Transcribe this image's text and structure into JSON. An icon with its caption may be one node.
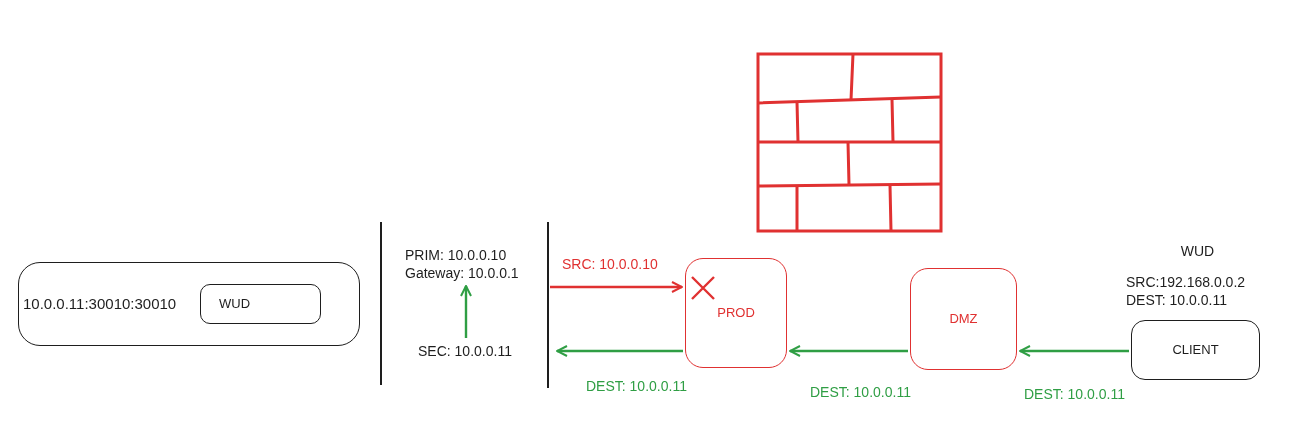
{
  "diagram": {
    "nodes": [
      {
        "text": [
          "10.0.0.11:30010:30010"
        ]
      },
      {
        "text": [
          "WUD"
        ],
        "in": 0
      },
      {
        "text": [
          "PRIM: 10.0.0.10",
          "Gateway: 10.0.0.1"
        ]
      },
      {
        "text": [
          "SEC: 10.0.0.11"
        ]
      },
      {
        "text": [
          "PROD"
        ]
      },
      {
        "text": [
          "DMZ"
        ]
      },
      {
        "text": [
          "CLIENT"
        ],
        "beside": [
          "WUD",
          "SRC:192.168.0.0.2",
          "DEST: 10.0.0.11"
        ]
      }
    ],
    "edges": [
      {
        "from": 3,
        "to": 2,
        "arrow": "to"
      },
      {
        "from": null,
        "to": 4,
        "arrow": "to",
        "label": "SRC: 10.0.0.10",
        "color": "#e03131"
      },
      {
        "from": 4,
        "to": 3,
        "arrow": "to",
        "label": "DEST: 10.0.0.11"
      },
      {
        "from": 5,
        "to": 4,
        "arrow": "to",
        "label": "DEST: 10.0.0.11"
      },
      {
        "from": 6,
        "to": 5,
        "arrow": "to",
        "label": "DEST: 10.0.0.11"
      }
    ]
  }
}
